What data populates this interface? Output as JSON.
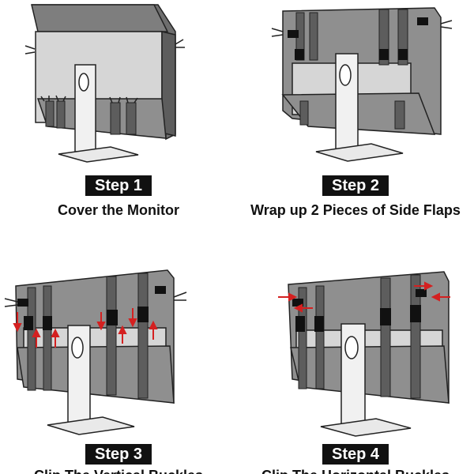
{
  "steps": [
    {
      "badge": "Step 1",
      "caption": "Cover the Monitor"
    },
    {
      "badge": "Step 2",
      "caption": "Wrap up 2 Pieces of Side Flaps"
    },
    {
      "badge": "Step 3",
      "caption": "Clip The Vertical Buckles"
    },
    {
      "badge": "Step 4",
      "caption": "Clip The Horizontal Buckles"
    }
  ],
  "colors": {
    "cover": "#8f8f8f",
    "cover_dark": "#6e6e6e",
    "strap": "#5d5d5d",
    "stand": "#f1f1f1",
    "screen": "#d6d6d6",
    "arrow": "#d42020",
    "buckle": "#111111"
  }
}
